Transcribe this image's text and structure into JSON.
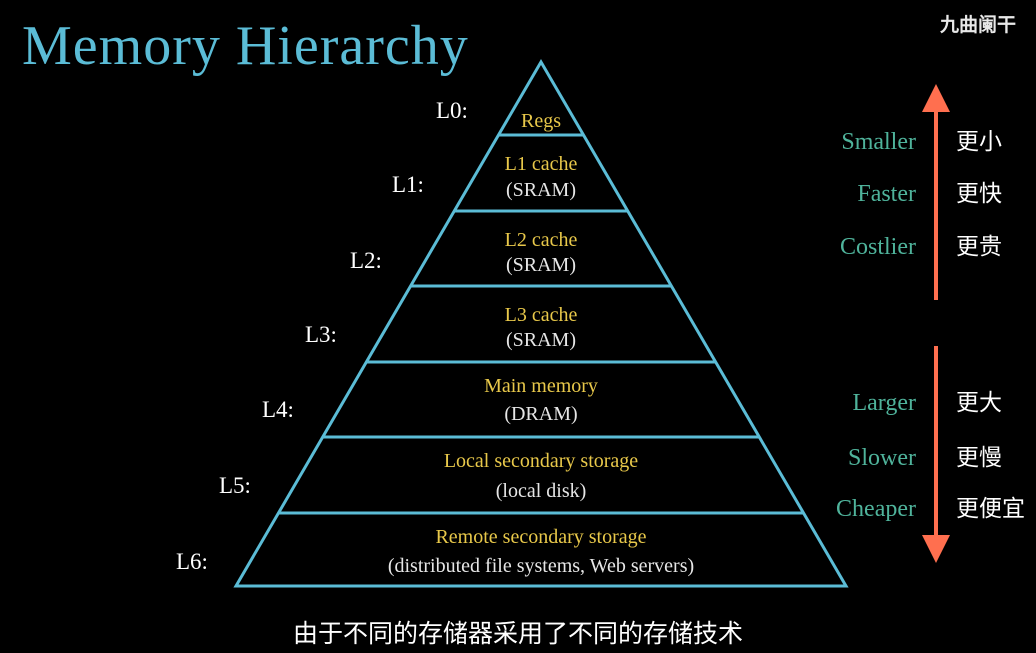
{
  "title": "Memory Hierarchy",
  "watermark": "九曲阑干",
  "subtitle": "由于不同的存储器采用了不同的存储技术",
  "colors": {
    "background": "#000000",
    "title": "#5bbcd6",
    "pyramid_stroke": "#5bbcd6",
    "level_name": "#e8c84a",
    "level_detail": "#e6e6e6",
    "property_en": "#4fb39b",
    "arrow": "#ff6f4f"
  },
  "levels": [
    {
      "id": "L0:",
      "name": "Regs",
      "detail": ""
    },
    {
      "id": "L1:",
      "name": "L1 cache",
      "detail": "(SRAM)"
    },
    {
      "id": "L2:",
      "name": "L2 cache",
      "detail": "(SRAM)"
    },
    {
      "id": "L3:",
      "name": "L3 cache",
      "detail": "(SRAM)"
    },
    {
      "id": "L4:",
      "name": "Main memory",
      "detail": "(DRAM)"
    },
    {
      "id": "L5:",
      "name": "Local secondary storage",
      "detail": "(local disk)"
    },
    {
      "id": "L6:",
      "name": "Remote secondary storage",
      "detail": "(distributed file systems, Web servers)"
    }
  ],
  "top_properties": [
    {
      "en": "Smaller",
      "zh": "更小"
    },
    {
      "en": "Faster",
      "zh": "更快"
    },
    {
      "en": "Costlier",
      "zh": "更贵"
    }
  ],
  "bottom_properties": [
    {
      "en": "Larger",
      "zh": "更大"
    },
    {
      "en": "Slower",
      "zh": "更慢"
    },
    {
      "en": "Cheaper",
      "zh": "更便宜"
    }
  ],
  "icons": {
    "up_arrow": "arrow-up-icon",
    "down_arrow": "arrow-down-icon"
  }
}
